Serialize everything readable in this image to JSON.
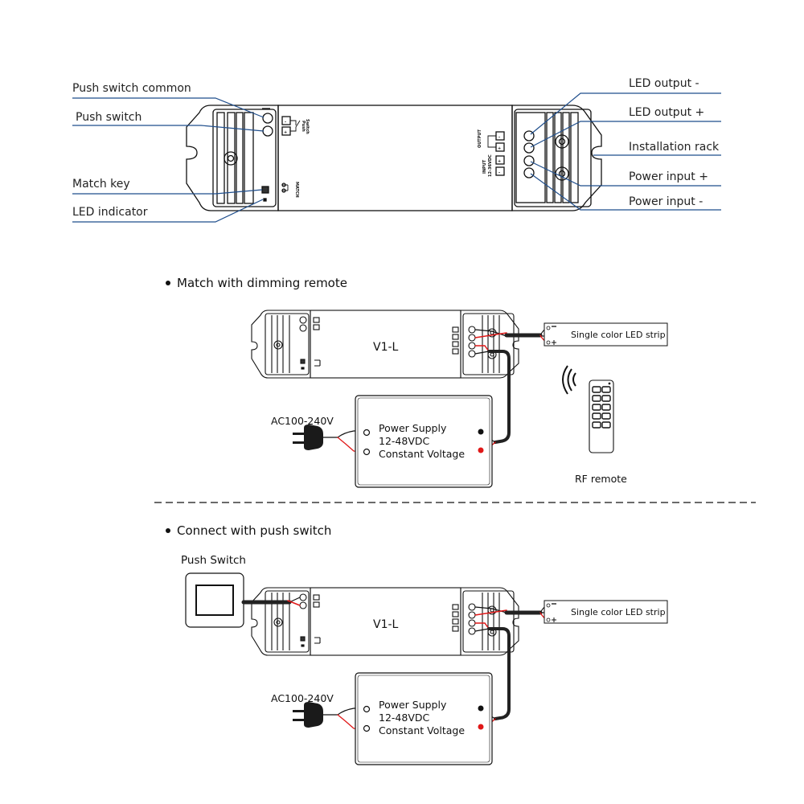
{
  "top_diagram": {
    "left_callouts": [
      {
        "label": "Push switch common"
      },
      {
        "label": "Push switch"
      },
      {
        "label": "Match key"
      },
      {
        "label": "LED indicator"
      }
    ],
    "right_callouts": [
      {
        "label": "LED output -"
      },
      {
        "label": "LED output +"
      },
      {
        "label": "Installation rack"
      },
      {
        "label": "Power input +"
      },
      {
        "label": "Power input -"
      }
    ],
    "terminal_labels": {
      "switch": "Switch",
      "push": "Push",
      "match": "MATCH",
      "output": "OUTPUT",
      "input": "INPUT",
      "input_voltage": "12-36VDC",
      "minus": "-",
      "plus": "+"
    },
    "callout_color": "#1f4e8c"
  },
  "section1": {
    "heading": "Match with dimming remote",
    "model": "V1-L",
    "led_strip": "Single color LED strip",
    "ac_label": "AC100-240V",
    "power_supply": [
      "Power Supply",
      "12-48VDC",
      "Constant Voltage"
    ],
    "remote_label": "RF remote",
    "remote_buttons": 10
  },
  "section2": {
    "heading": "Connect with push switch",
    "push_switch_label": "Push Switch",
    "model": "V1-L",
    "led_strip": "Single color LED strip",
    "ac_label": "AC100-240V",
    "power_supply": [
      "Power Supply",
      "12-48VDC",
      "Constant Voltage"
    ]
  },
  "wire_colors": {
    "black": "#111111",
    "red": "#e01818"
  }
}
